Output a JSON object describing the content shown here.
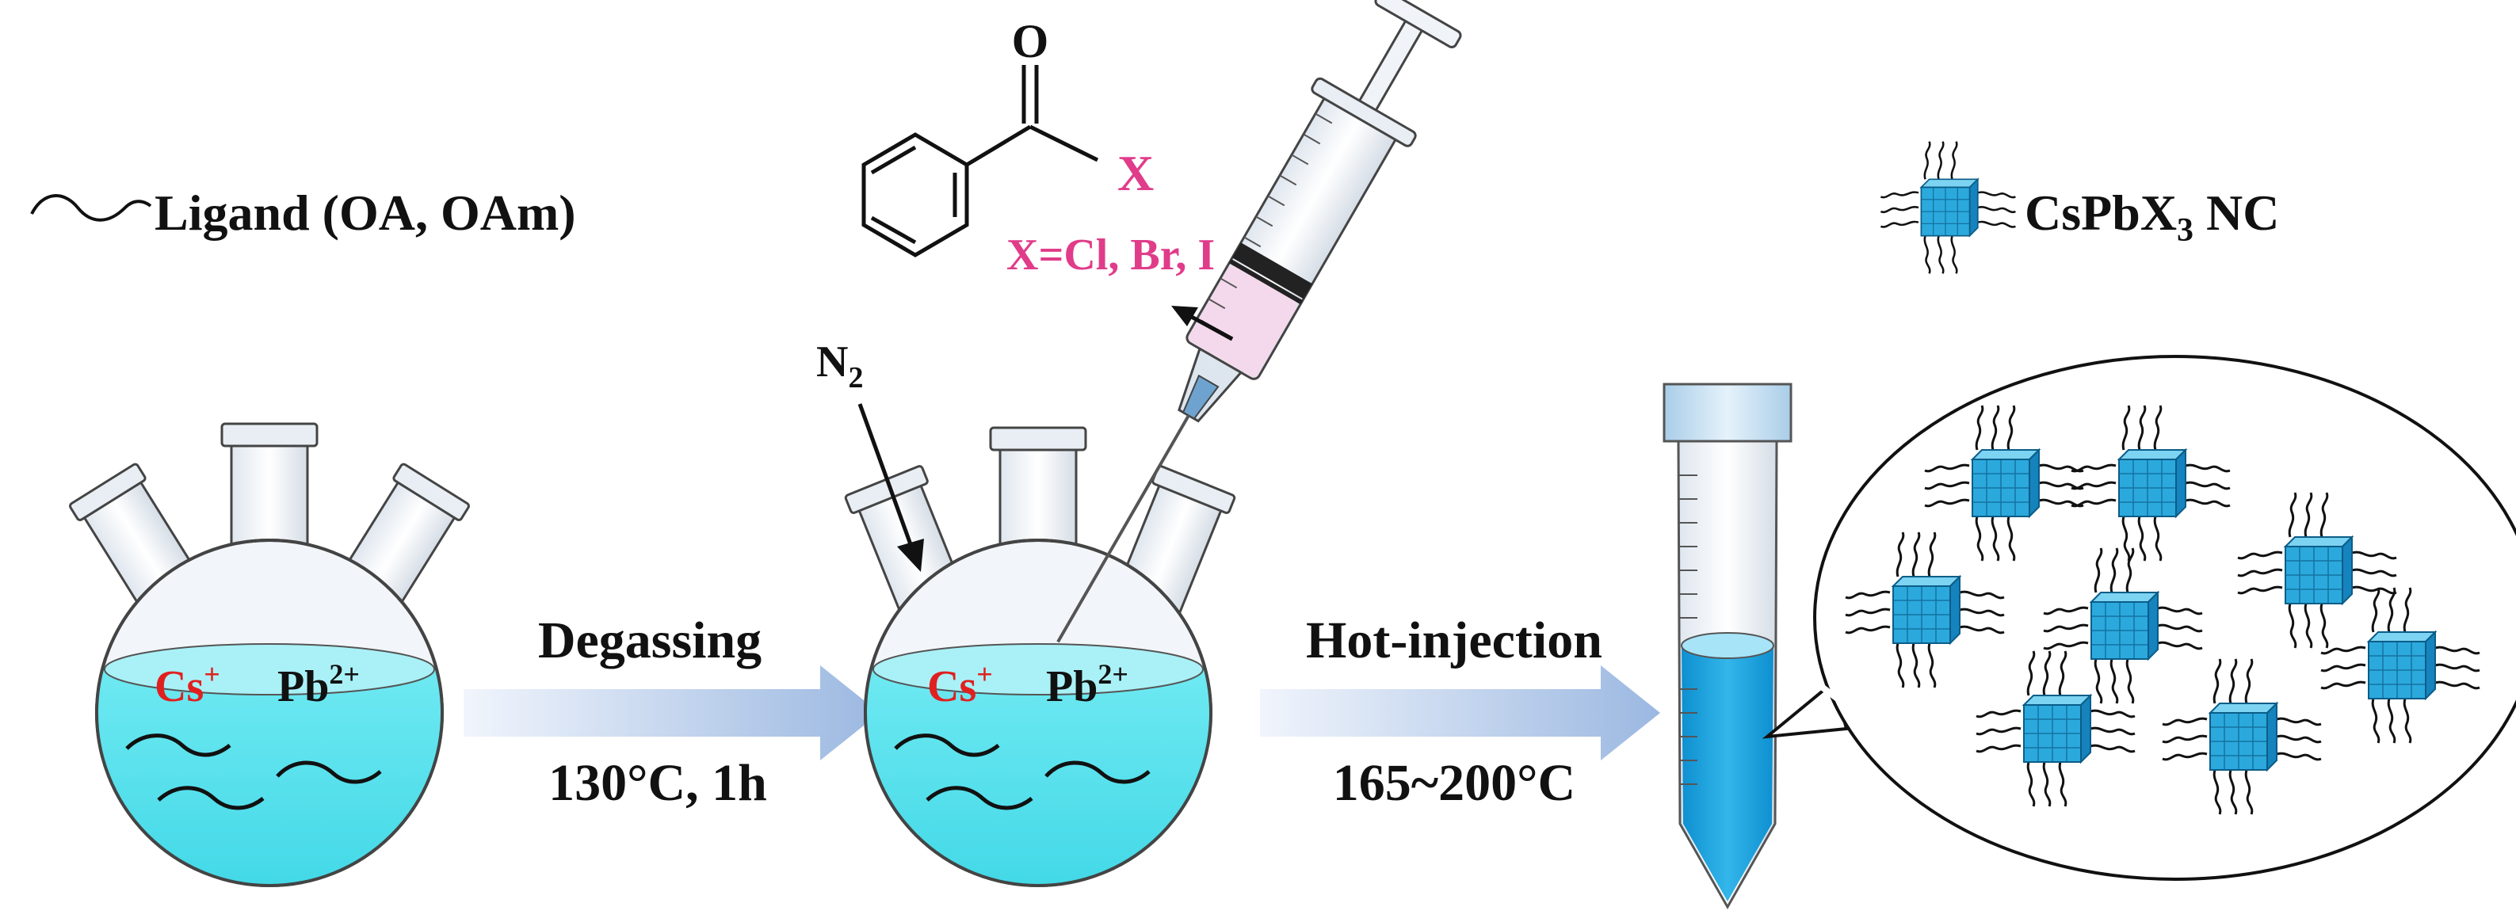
{
  "legend": {
    "ligand": "Ligand (OA, OAm)",
    "nc_main": "CsPbX",
    "nc_sub": "3",
    "nc_suffix": " NC"
  },
  "flask1": {
    "cs": "Cs",
    "cs_sup": "+",
    "pb": "Pb",
    "pb_sup": "2+"
  },
  "flask2": {
    "cs": "Cs",
    "cs_sup": "+",
    "pb": "Pb",
    "pb_sup": "2+"
  },
  "step1": {
    "label": "Degassing",
    "condition": "130°C, 1h"
  },
  "step2": {
    "label": "Hot-injection",
    "condition": "165~200°C"
  },
  "gas": {
    "main": "N",
    "sub": "2"
  },
  "reagent": {
    "carbonyl_o": "O",
    "halide": "X",
    "halides": "X=Cl, Br, I"
  },
  "colors": {
    "solution": "#4fe0ec",
    "tube_liquid": "#17a8e0",
    "nc_cube": "#2ba9dd",
    "cation_red": "#e0201f",
    "reagent_pink": "#e03c8a",
    "syringe_fill": "#f4d9ec",
    "arrow_gradient": [
      "#eef3fb",
      "#9db9e2"
    ]
  }
}
